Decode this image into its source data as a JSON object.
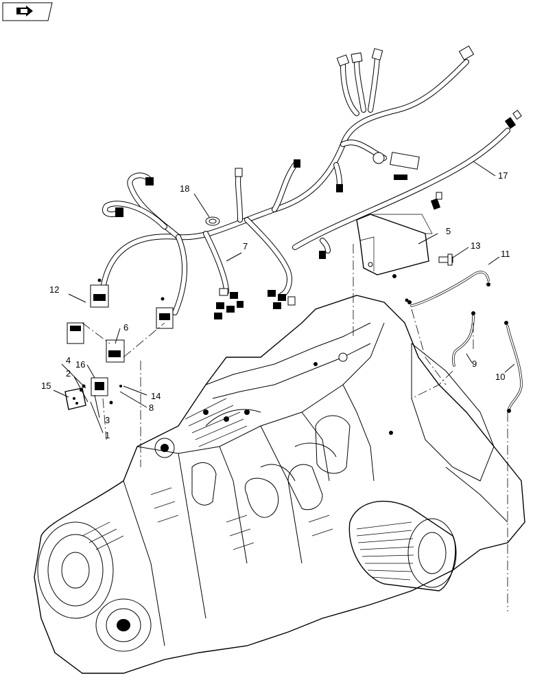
{
  "callouts": [
    {
      "id": "c1",
      "label": "1"
    },
    {
      "id": "c2",
      "label": "2"
    },
    {
      "id": "c3",
      "label": "3"
    },
    {
      "id": "c4",
      "label": "4"
    },
    {
      "id": "c5",
      "label": "5"
    },
    {
      "id": "c6",
      "label": "6"
    },
    {
      "id": "c7",
      "label": "7"
    },
    {
      "id": "c8",
      "label": "8"
    },
    {
      "id": "c9",
      "label": "9"
    },
    {
      "id": "c10",
      "label": "10"
    },
    {
      "id": "c11",
      "label": "11"
    },
    {
      "id": "c12",
      "label": "12"
    },
    {
      "id": "c13",
      "label": "13"
    },
    {
      "id": "c14",
      "label": "14"
    },
    {
      "id": "c15",
      "label": "15"
    },
    {
      "id": "c16",
      "label": "16"
    },
    {
      "id": "c17",
      "label": "17"
    },
    {
      "id": "c18",
      "label": "18"
    }
  ],
  "nav_icon": "arrow-right-icon"
}
